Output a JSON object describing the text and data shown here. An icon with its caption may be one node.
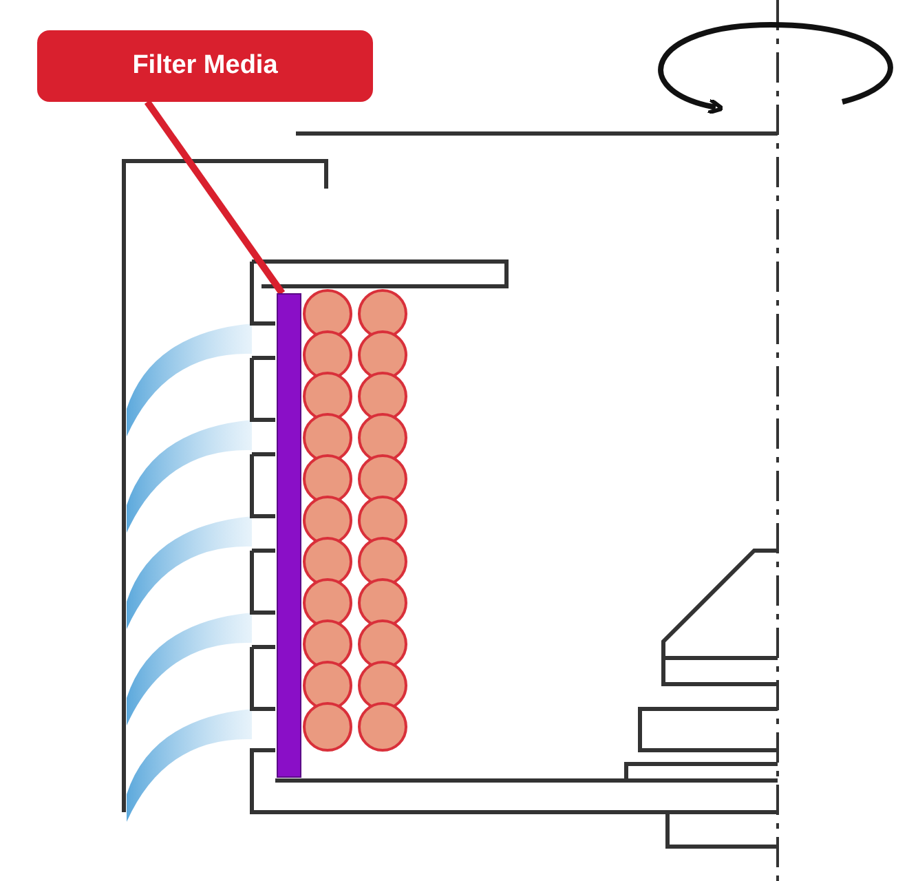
{
  "diagram": {
    "nodes": [
      {
        "text": [
          "Filter Media"
        ]
      },
      {
        "text": [],
        "shape": "bar"
      }
    ],
    "edges": [
      {
        "from": 0,
        "to": 1,
        "arrow": "none"
      }
    ]
  }
}
